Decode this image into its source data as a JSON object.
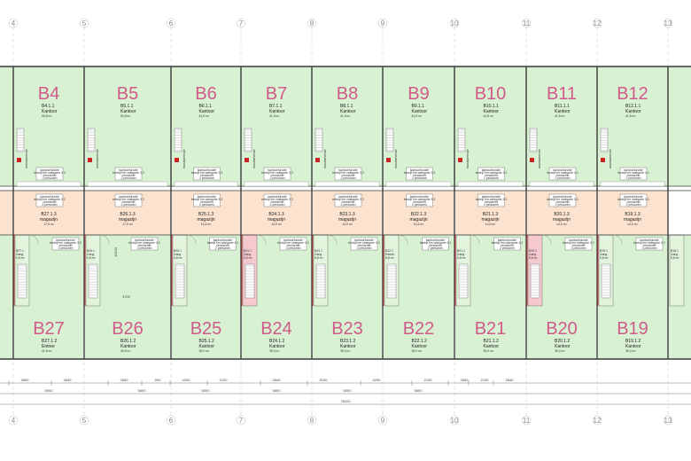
{
  "grid_numbers": [
    "4",
    "5",
    "6",
    "7",
    "8",
    "9",
    "10",
    "11",
    "12",
    "13"
  ],
  "colors": {
    "office_green": "#d9f1d3",
    "storage_orange": "#fbe3cf",
    "unit_label_pink": "#d05a8a",
    "wall": "#3a3a3a",
    "fire_red": "#cc2222"
  },
  "fire_note": [
    "brandwerende",
    "bekleding",
    "vanaf 1mm"
  ],
  "notice_box": [
    "kantoorfunctie",
    "bedrijf t/m categorie 3.2",
    "verwarmd",
    "2 personen"
  ],
  "top_units": [
    {
      "code": "B4",
      "room": "B4.1.1",
      "name": "Kantoor",
      "area": "50,8 m²"
    },
    {
      "code": "B5",
      "room": "B5.1.1",
      "name": "Kantoor",
      "area": "50,8 m²"
    },
    {
      "code": "B6",
      "room": "B6.1.1",
      "name": "Kantoor",
      "area": "41,5 m²"
    },
    {
      "code": "B7",
      "room": "B7.1.1",
      "name": "Kantoor",
      "area": "41,5 m²"
    },
    {
      "code": "B8",
      "room": "B8.1.1",
      "name": "Kantoor",
      "area": "41,5 m²"
    },
    {
      "code": "B9",
      "room": "B9.1.1",
      "name": "Kantoor",
      "area": "41,5 m²"
    },
    {
      "code": "B10",
      "room": "B10.1.1",
      "name": "Kantoor",
      "area": "41,5 m²"
    },
    {
      "code": "B11",
      "room": "B11.1.1",
      "name": "Kantoor",
      "area": "41,5 m²"
    },
    {
      "code": "B12",
      "room": "B12.1.1",
      "name": "Kantoor",
      "area": "41,5 m²"
    }
  ],
  "middle_rooms": [
    {
      "room": "B27.1.3",
      "name": "magazijn",
      "area": "17,5 m²"
    },
    {
      "room": "B26.1.3",
      "name": "magazijn",
      "area": "17,5 m²"
    },
    {
      "room": "B25.1.3",
      "name": "magazijn",
      "area": "14,5 m²"
    },
    {
      "room": "B24.1.3",
      "name": "magazijn",
      "area": "14,5 m²"
    },
    {
      "room": "B23.1.3",
      "name": "magazijn",
      "area": "14,5 m²"
    },
    {
      "room": "B22.1.3",
      "name": "magazijn",
      "area": "14,5 m²"
    },
    {
      "room": "B21.1.3",
      "name": "magazijn",
      "area": "14,5 m²"
    },
    {
      "room": "B20.1.3",
      "name": "magazijn",
      "area": "14,5 m²"
    },
    {
      "room": "B19.1.3",
      "name": "magazijn",
      "area": "14,5 m²"
    }
  ],
  "hallways": [
    {
      "room": "B27.1",
      "name": "Gang",
      "area": "5,8 m²"
    },
    {
      "room": "B26.1",
      "name": "Gang",
      "area": "5,8 m²"
    },
    {
      "room": "B25.1",
      "name": "Gang",
      "area": "5,8 m²"
    },
    {
      "room": "B24.1",
      "name": "Gang",
      "area": "5,8 m²"
    },
    {
      "room": "B23.1",
      "name": "Gang",
      "area": "5,8 m²"
    },
    {
      "room": "B22.1",
      "name": "Entree",
      "area": "5,8 m²"
    },
    {
      "room": "B21.1",
      "name": "Gang",
      "area": "5,8 m²"
    },
    {
      "room": "B20.1",
      "name": "Gang",
      "area": "5,8 m²"
    },
    {
      "room": "B19.1",
      "name": "Gang",
      "area": "5,8 m²"
    },
    {
      "room": "B18.1",
      "name": "Gang",
      "area": "5,8 m²"
    }
  ],
  "bottom_units": [
    {
      "code": "B27",
      "room": "B27.1.2",
      "name": "Entree",
      "area": "41,6 m²"
    },
    {
      "code": "B26",
      "room": "B26.1.2",
      "name": "Kantoor",
      "area": "45,5 m²"
    },
    {
      "code": "B25",
      "room": "B25.1.2",
      "name": "Kantoor",
      "area": "35,0 m²"
    },
    {
      "code": "B24",
      "room": "B24.1.2",
      "name": "Kantoor",
      "area": "35,0 m²"
    },
    {
      "code": "B23",
      "room": "B23.1.2",
      "name": "Kantoor",
      "area": "35,0 m²"
    },
    {
      "code": "B22",
      "room": "B22.1.2",
      "name": "Kantoor",
      "area": "35,0 m²"
    },
    {
      "code": "B21",
      "room": "B21.1.2",
      "name": "Kantoor",
      "area": "35,0 m²"
    },
    {
      "code": "B20",
      "room": "B20.1.2",
      "name": "Kantoor",
      "area": "35,0 m²"
    },
    {
      "code": "B19",
      "room": "B19.1.2",
      "name": "Kantoor",
      "area": "35,0 m²"
    }
  ],
  "dimensions": {
    "row1": [
      "4800",
      "4640",
      "2840",
      "900",
      "4200",
      "2100",
      "2840",
      "3100",
      "4200",
      "2100",
      "2840",
      "2100",
      "2840"
    ],
    "row2": [
      "8000",
      "5600",
      "5000",
      "5600",
      "5000",
      "5600"
    ],
    "total": "78100",
    "vertical_labels": [
      "11900",
      "3700"
    ]
  }
}
